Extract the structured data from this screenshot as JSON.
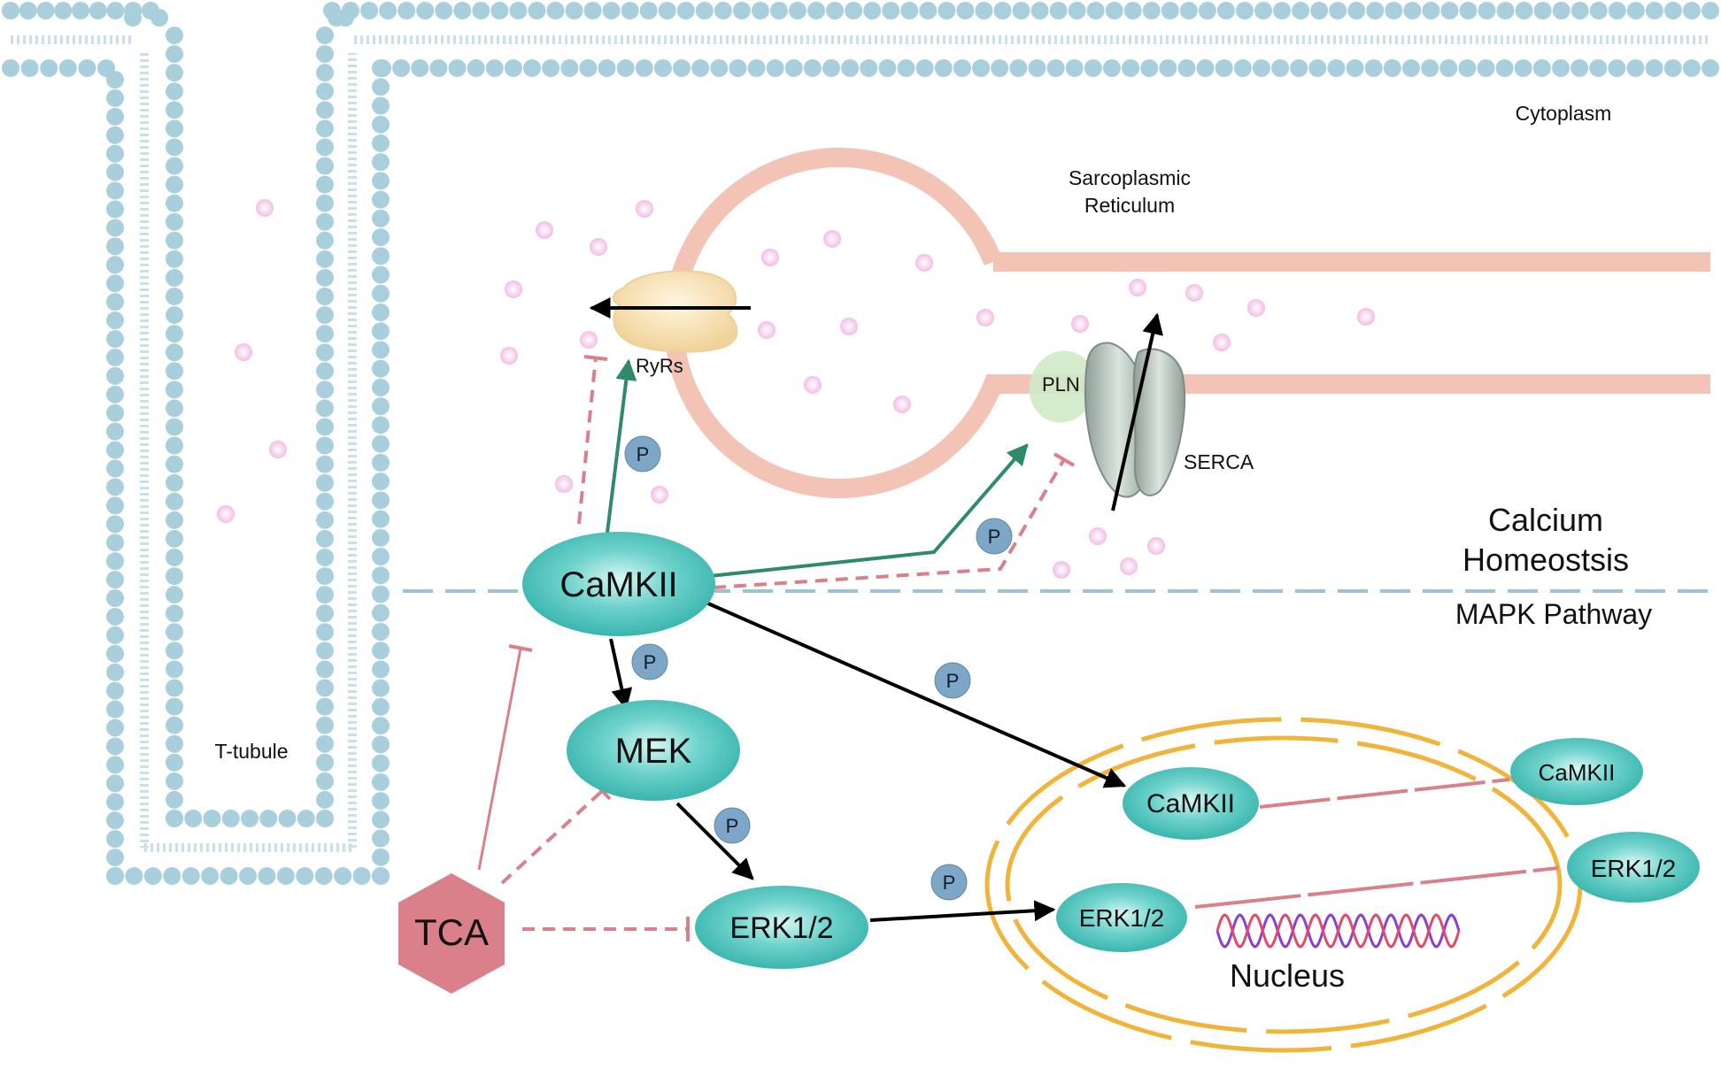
{
  "labels": {
    "cytoplasm": "Cytoplasm",
    "sarcoplasmic_reticulum_line1": "Sarcoplasmic",
    "sarcoplasmic_reticulum_line2": "Reticulum",
    "ryrs": "RyRs",
    "pln": "PLN",
    "serca": "SERCA",
    "calcium_line1": "Calcium",
    "calcium_line2": "Homeostsis",
    "mapk": "MAPK Pathway",
    "t_tubule": "T-tubule",
    "nucleus": "Nucleus",
    "phospho": "P"
  },
  "nodes": {
    "camkii_cyto": "CaMKII",
    "mek": "MEK",
    "erk_cyto": "ERK1/2",
    "camkii_nuc": "CaMKII",
    "erk_nuc": "ERK1/2",
    "camkii_out": "CaMKII",
    "erk_out": "ERK1/2",
    "tca": "TCA"
  },
  "colors": {
    "membrane": "#a9cfdd",
    "sr": "#f3c4b6",
    "node": "#3fbdb6",
    "tca": "#d9808a",
    "inhibit": "#d9808a",
    "activate_green": "#2f8a6b",
    "arrow_black": "#000000",
    "nucleus_ring": "#f0b43a",
    "divider": "#9dc3d3",
    "calcium_dot": "#f6c8ea",
    "p_badge": "#7ea6c6"
  }
}
